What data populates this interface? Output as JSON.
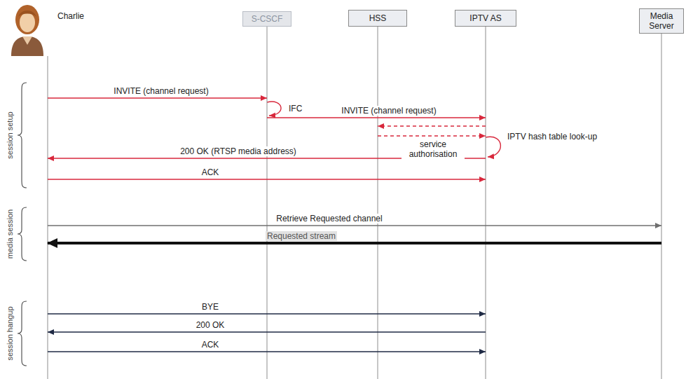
{
  "diagram": {
    "nodes": [
      {
        "text": [
          "Charlie"
        ]
      },
      {
        "text": [
          "S-CSCF"
        ]
      },
      {
        "text": [
          "HSS"
        ]
      },
      {
        "text": [
          "IPTV AS"
        ]
      },
      {
        "text": [
          "Media Server"
        ]
      }
    ],
    "edges": [
      {
        "from": 0,
        "to": 1,
        "arrow": "to",
        "label": "INVITE (channel request)"
      },
      {
        "from": 1,
        "to": 3,
        "arrow": "to",
        "label": "INVITE (channel request)"
      },
      {
        "from": 3,
        "to": 2,
        "arrow": "to"
      },
      {
        "from": 2,
        "to": 3,
        "arrow": "to",
        "label": "service authorisation"
      },
      {
        "from": 3,
        "to": 0,
        "arrow": "to",
        "label": "200 OK (RTSP media address)"
      },
      {
        "from": 0,
        "to": 3,
        "arrow": "to",
        "label": "ACK"
      },
      {
        "from": 0,
        "to": 4,
        "arrow": "to",
        "label": "Retrieve Requested channel"
      },
      {
        "from": 4,
        "to": 0,
        "arrow": "to",
        "label": "Requested stream"
      },
      {
        "from": 0,
        "to": 3,
        "arrow": "to",
        "label": "BYE"
      },
      {
        "from": 3,
        "to": 0,
        "arrow": "to",
        "label": "200 OK"
      },
      {
        "from": 0,
        "to": 3,
        "arrow": "to",
        "label": "ACK"
      }
    ],
    "labels": [
      "IFC",
      "IPTV hash table look-up",
      "session setup",
      "media session",
      "session hangup"
    ]
  }
}
